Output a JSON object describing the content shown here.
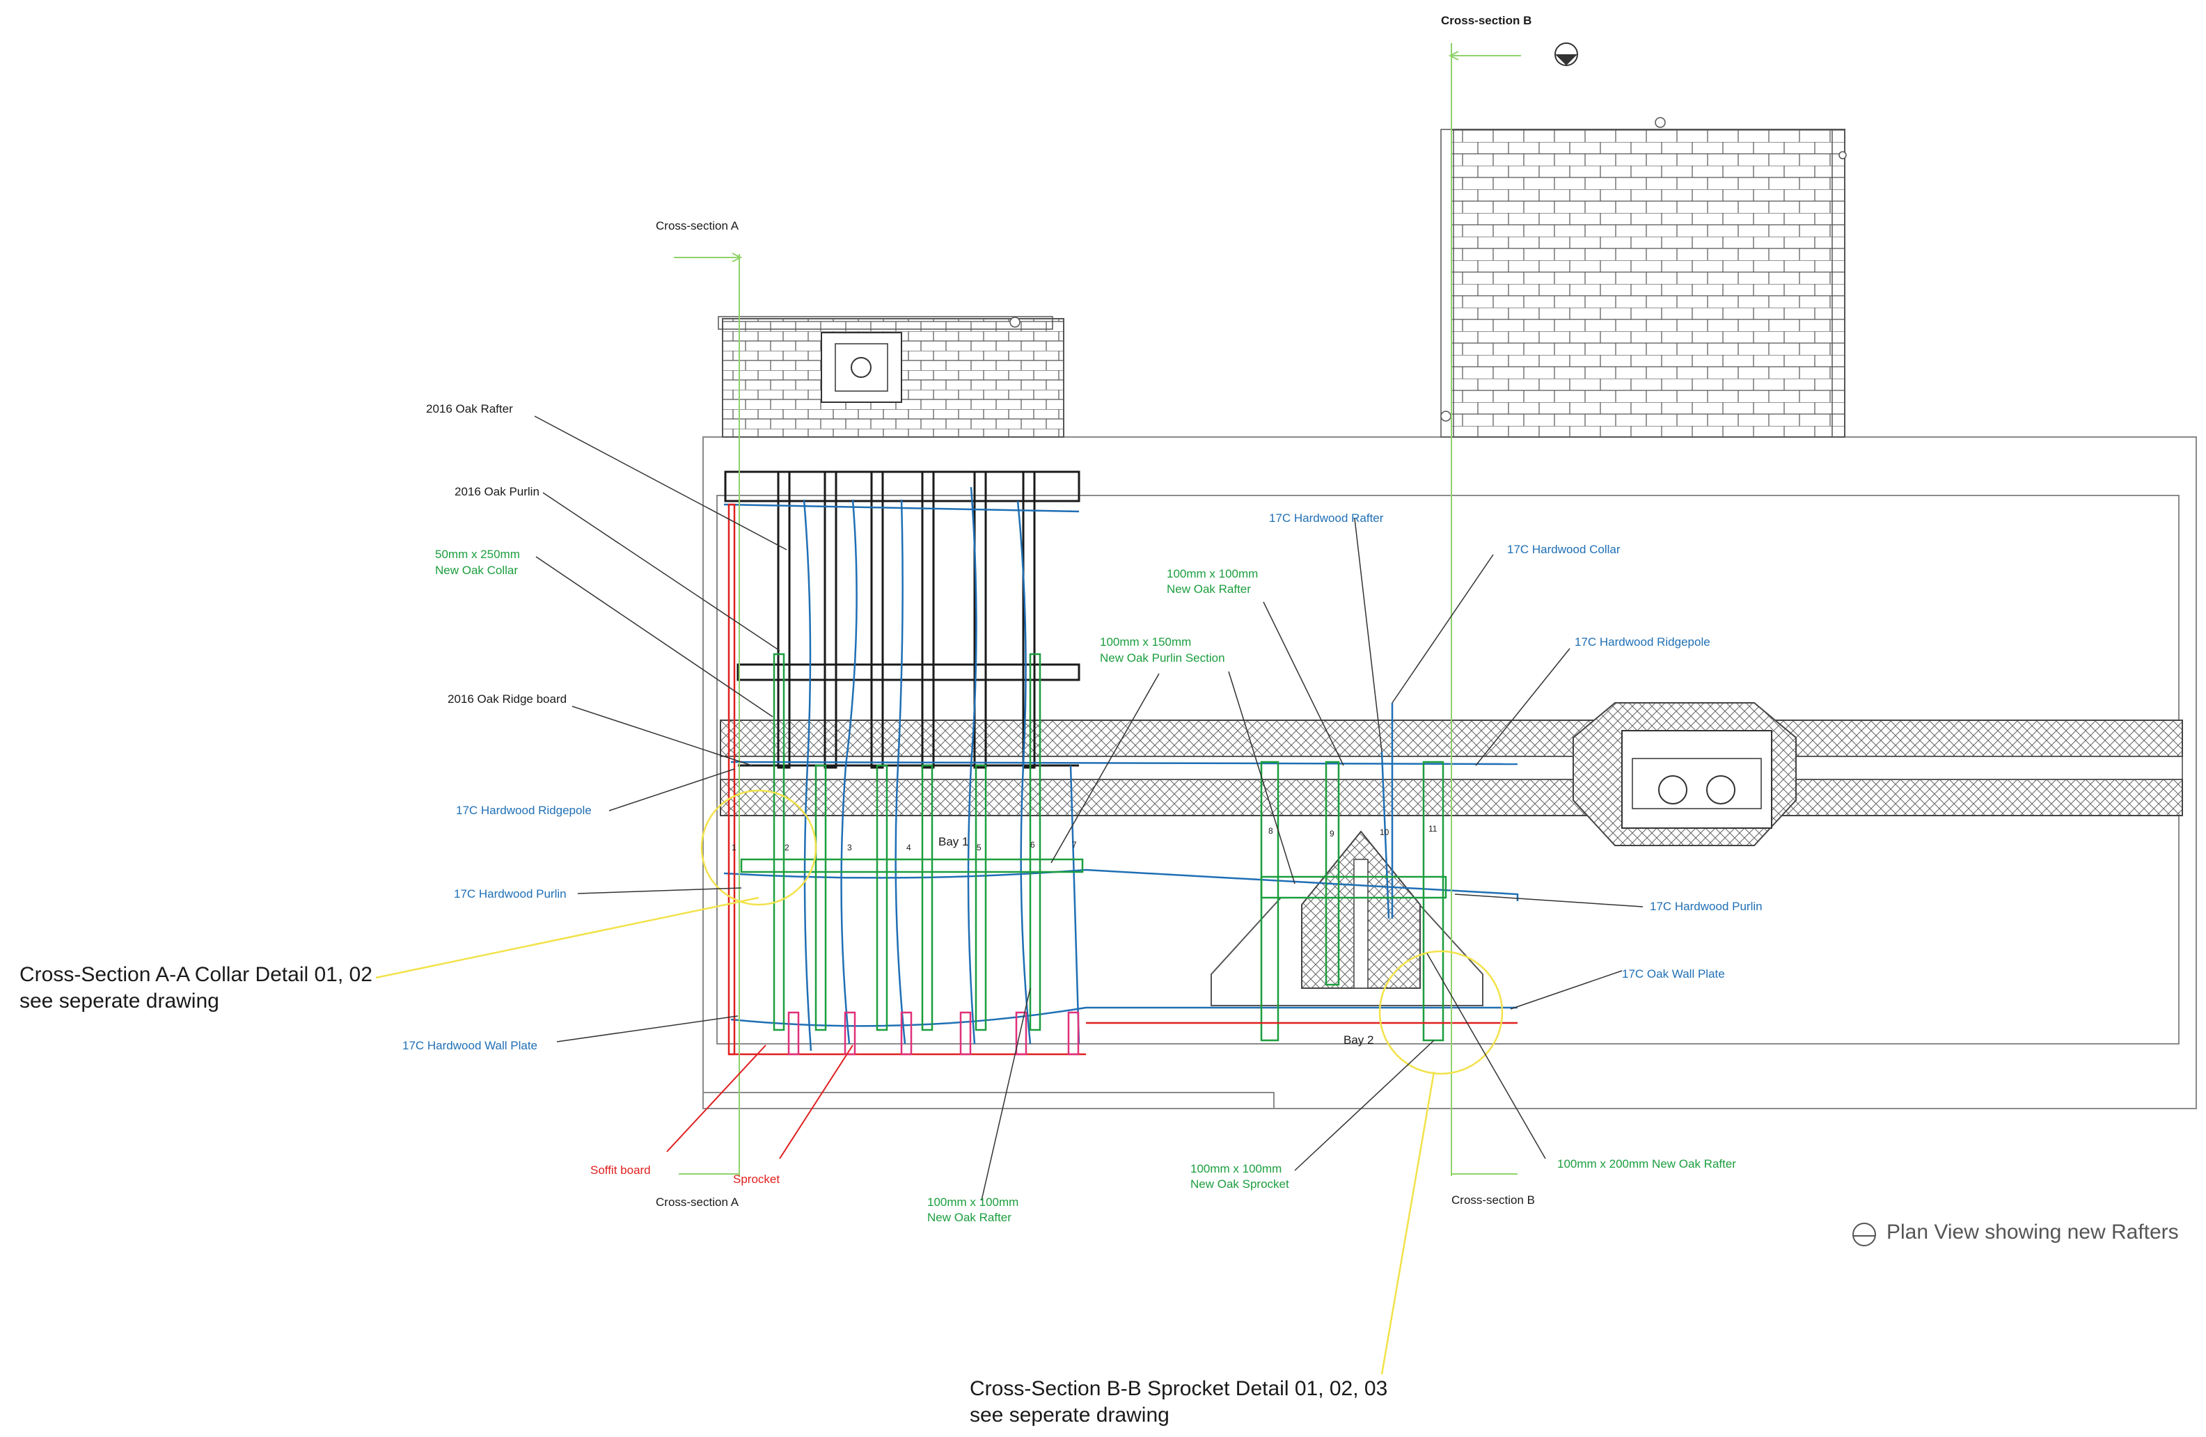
{
  "colors": {
    "black": "#1a1a1a",
    "gray": "#8a8a8a",
    "blue": "#1f6fb5",
    "green": "#1b9e3e",
    "red": "#e02020",
    "magenta": "#e0307a",
    "yellow": "#f2e24a",
    "lightgreen": "#8fd36a"
  },
  "section_markers": {
    "a_top": "Cross-section A",
    "a_bottom": "Cross-section A",
    "b_top": "Cross-section B",
    "b_bottom": "Cross-section B"
  },
  "labels": {
    "oak_rafter_2016": "2016 Oak Rafter",
    "oak_purlin_2016": "2016 Oak Purlin",
    "new_oak_collar_line1": "50mm x 250mm",
    "new_oak_collar_line2": "New Oak Collar",
    "oak_ridge_board_2016": "2016 Oak Ridge board",
    "hardwood_ridgepole_left": "17C Hardwood Ridgepole",
    "hardwood_purlin_left": "17C Hardwood Purlin",
    "hardwood_wall_plate": "17C Hardwood Wall Plate",
    "soffit_board": "Soffit board",
    "sprocket": "Sprocket",
    "new_oak_rafter_100_line1": "100mm x 100mm",
    "new_oak_rafter_100_line2": "New Oak Rafter",
    "new_oak_sprocket_line1": "100mm x 100mm",
    "new_oak_sprocket_line2": "New Oak Sprocket",
    "new_oak_rafter_200": "100mm x 200mm New Oak Rafter",
    "hardwood_rafter": "17C Hardwood Rafter",
    "hardwood_collar": "17C Hardwood Collar",
    "upper_new_oak_rafter_line1": "100mm x 100mm",
    "upper_new_oak_rafter_line2": "New Oak Rafter",
    "purlin_section_line1": "100mm x 150mm",
    "purlin_section_line2": "New Oak Purlin Section",
    "hardwood_ridgepole_right": "17C Hardwood Ridgepole",
    "hardwood_purlin_right": "17C Hardwood Purlin",
    "oak_wall_plate": "17C Oak Wall Plate",
    "bay1": "Bay 1",
    "bay2": "Bay 2"
  },
  "rafter_numbers": [
    "1",
    "2",
    "3",
    "4",
    "5",
    "6",
    "7",
    "8",
    "9",
    "10",
    "11"
  ],
  "callouts": {
    "detail_a_line1": "Cross-Section A-A Collar Detail 01, 02",
    "detail_a_line2": "see seperate drawing",
    "detail_b_line1": "Cross-Section B-B Sprocket Detail 01, 02, 03",
    "detail_b_line2": "see seperate drawing"
  },
  "view_title": "Plan View showing new Rafters"
}
